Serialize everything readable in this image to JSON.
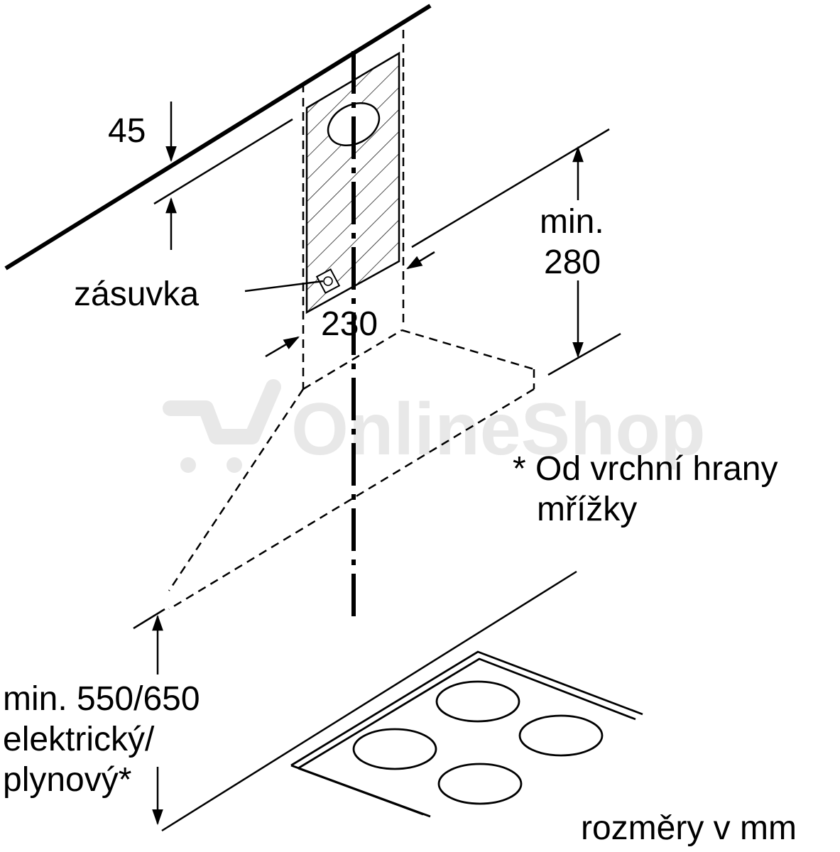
{
  "labels": {
    "dim_top": "45",
    "socket": "zásuvka",
    "width": "230",
    "min_height_1": "min.",
    "min_height_2": "280",
    "note_1": "* Od vrchní hrany",
    "note_2": "mřížky",
    "clearance_1": "min. 550/650",
    "clearance_2": "elektrický/",
    "clearance_3": "plynový*",
    "units": "rozměry v mm"
  },
  "watermark": {
    "text": "OnlineShop",
    "color": "#e6e6e6"
  },
  "colors": {
    "line": "#000000",
    "background": "#ffffff"
  }
}
